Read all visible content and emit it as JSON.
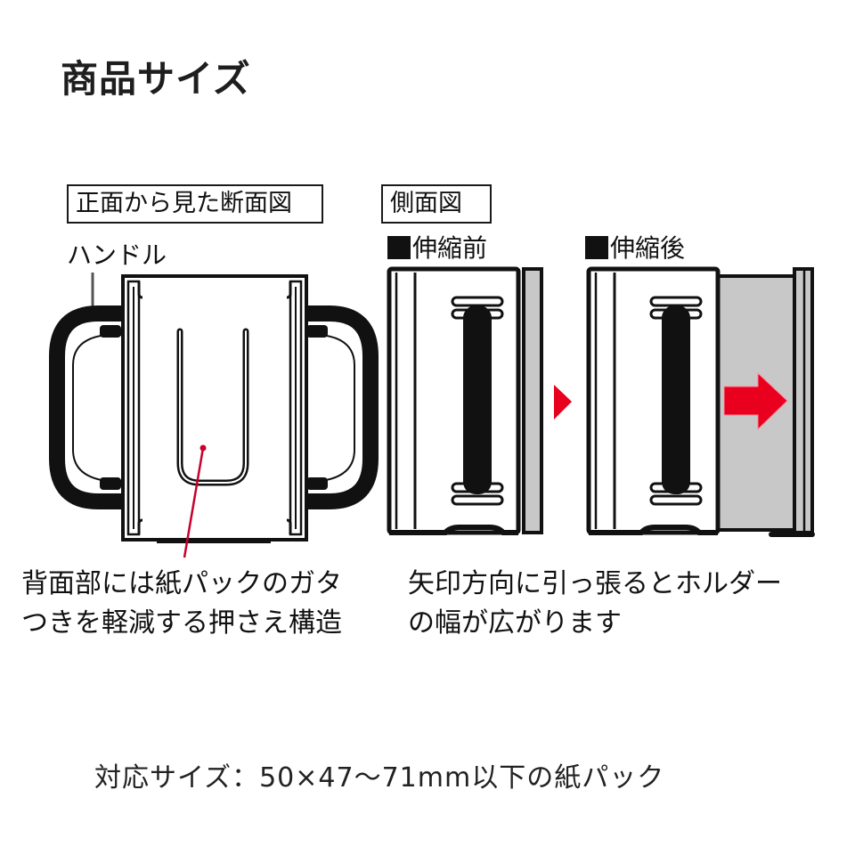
{
  "header": {
    "title": "商品サイズ"
  },
  "front_view": {
    "section_label": "正面から見た断面図",
    "handle_label": "ハンドル",
    "caption_lines": [
      "背面部には紙パックのガタ",
      "つきを軽減する押さえ構造"
    ]
  },
  "side_view": {
    "section_label": "側面図",
    "before": {
      "marker_icon": "black-square-icon",
      "label": "伸縮前"
    },
    "after": {
      "marker_icon": "black-square-icon",
      "label": "伸縮後"
    },
    "caption_lines": [
      "矢印方向に引っ張るとホルダー",
      "の幅が広がります"
    ]
  },
  "footer": {
    "compatible_size": "対応サイズ：50×47〜71mm以下の紙パック"
  },
  "colors": {
    "outline": "#111111",
    "accent_red": "#e8001e",
    "pointer_red": "#c8002e",
    "extended_gray": "#c8c8c8",
    "background": "#ffffff"
  }
}
